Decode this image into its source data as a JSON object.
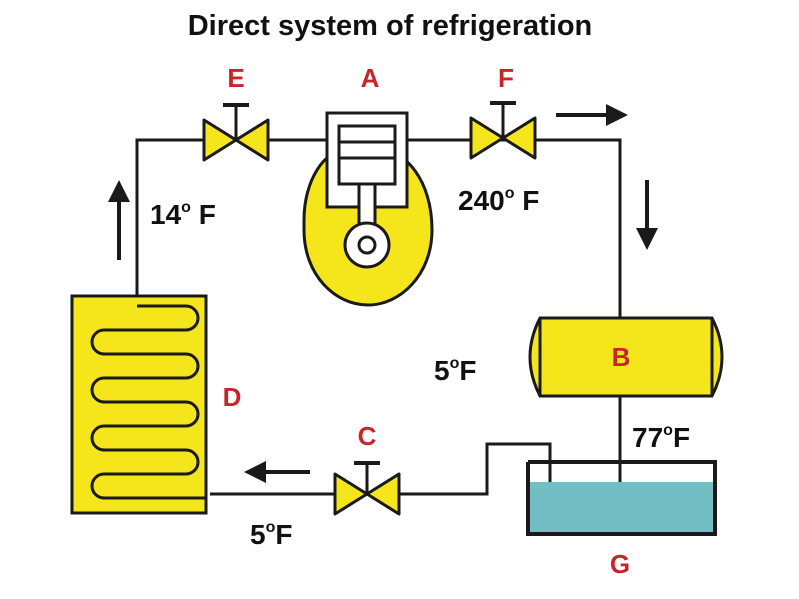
{
  "title": "Direct system of refrigeration",
  "colors": {
    "component_fill": "#f5e51b",
    "label_red": "#c8242a",
    "liquid": "#72bec4",
    "line": "#1a1a1a"
  },
  "labels": {
    "compressor": "A",
    "condenser": "B",
    "expansion_valve": "C",
    "evaporator": "D",
    "suction_valve": "E",
    "discharge_valve": "F",
    "receiver": "G"
  },
  "temperatures": {
    "suction": {
      "value": "14",
      "degree": "o",
      "unit": " F"
    },
    "discharge": {
      "value": "240",
      "degree": "o",
      "unit": " F"
    },
    "condenser": {
      "value": "5",
      "degree": "o",
      "unit": "F"
    },
    "receiver": {
      "value": "77",
      "degree": "o",
      "unit": "F"
    },
    "evaporator_inlet": {
      "value": "5",
      "degree": "o",
      "unit": "F"
    }
  }
}
